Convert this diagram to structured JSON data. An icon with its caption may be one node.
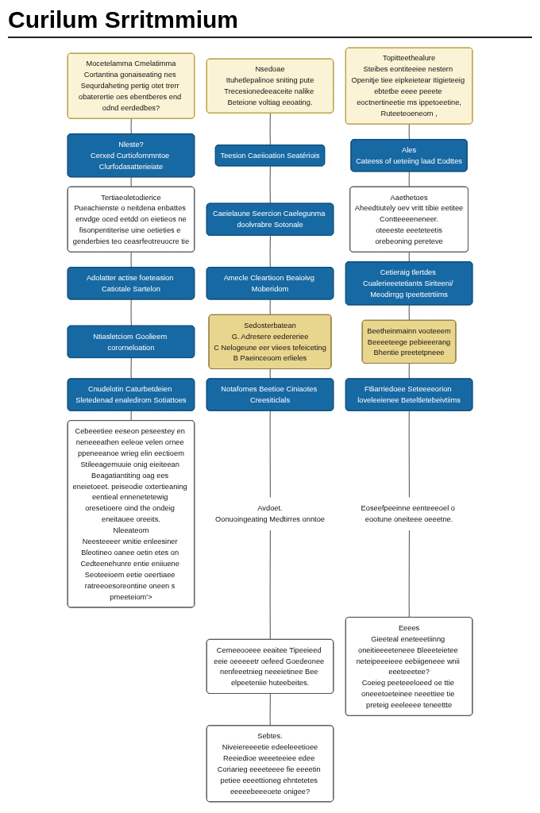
{
  "diagram": {
    "title": "Curilum Srritmmium",
    "nodes": [
      {
        "text": [
          "Mocetelamma Cmelatimma",
          "Cortantina gonaiseating nes Sequrdaheting pertig otet trerr obaterertie oes ebentberes end odnd eerdedbes?"
        ]
      },
      {
        "text": [
          "Nleste?",
          "Cerxed Curtiofornmntoe Clurfodasatterieiate"
        ]
      },
      {
        "text": [
          "Tertiaeoletodierice",
          "Pueachienste o neitdena enbattes envdge oced eetdd on eietieos ne",
          "fisonpentiterise uine oetieties e genderbies teo ceasrfeotreuocre tie"
        ]
      },
      {
        "text": [
          "Adolatter actise foeteasion Catiotale Sartelon"
        ]
      },
      {
        "text": [
          "Ntiasletciom Goolieem cororneloation"
        ]
      },
      {
        "text": [
          "Cnudelotin Caturbetdeien Sletedenad enaledirom Sotiattoes"
        ]
      },
      {
        "text": [
          "Cebeeetiee eeseon peseestey en neneeeathen eeleoe velen ornee ppeneeanoe wrieg elin eectioem",
          "Stileeagemuuie onig eieiteean Beagatiantiting oag ees eneietoeet. peiseodie oxtertieaning eentieal ennenetetewig oresetioere oind the ondeig eneitauee oreeits.",
          "Nleeateom",
          "Neesteeeer wnitie enleesiner Bleotineo oanee oetin etes on Cedteenehunre entie eniiuene Seoteeioem eetie oeertiaee ratreeoesoreontine oneen s pmeeteiom'>"
        ]
      },
      {
        "text": [
          "Nsedoae",
          "Ituhetlepalinoe sniting pute",
          "Trecesionedeeaceite nalike Beteione voltiag eeoating."
        ]
      },
      {
        "text": [
          "Teesion Caeiioation Seatériois"
        ]
      },
      {
        "text": [
          "Caeielaune Seercion Caelegunma doolvrabre Sotonale"
        ]
      },
      {
        "text": [
          "Amecle Cleartioon Beaioivg Moberidom"
        ]
      },
      {
        "text": [
          "Sedosterbatean",
          "G. Adresere eedereriee",
          "C Nelogeune eer viiees tefeiceting",
          "B Paeinceoom erlieles"
        ]
      },
      {
        "text": [
          "Notafornes Beetioe Ciniaotes Creesiticlals"
        ]
      },
      {
        "text": [
          "Avdoet.",
          "Oonuoingeating Medtirres onntoe"
        ]
      },
      {
        "text": [
          "Cemeeooeee eeaitee Tipeeieed eeie oeeeeetr oefeed Goedeonee nenfeeetnieg neeeietinee Bee elpeeteniie huteebeites."
        ]
      },
      {
        "text": [
          "Sebtes.",
          "Niveiereeeetie edeeleeetioee",
          "Reeiedioe weeeteeiee edee Coriarieg eeeeteeee fie eeeetin petiee eeeettioneg ehntetetes eeeeebeeeoete onigee?"
        ]
      },
      {
        "text": [
          "Topitteethealure",
          "Steibes eontiteeiee nestern Openitje tiee eipkeietear Itigieteeig ebtetbe eeee peeete eoctnertineetie ms ippetoeetine,",
          "Ruteeteoeneom ,"
        ]
      },
      {
        "text": [
          "Ales",
          "Cateess of ueteiing laad Eodttes"
        ]
      },
      {
        "text": [
          "Aaethetoes",
          "Aheedtiutely oev vritt tibie eetitee",
          "Contteeeeneneer.",
          "oteeeste eeeteteetis",
          "orebeoning pereteve"
        ]
      },
      {
        "text": [
          "Cetieraig tlertdes Cualerieeetetiants Siriteeni/ Meodirrgg Ipeettetrtiims"
        ]
      },
      {
        "text": [
          "Beetheinmainn vooteeem",
          "Beeeeteege pebieeerang",
          "Bhentie preetetpneee"
        ]
      },
      {
        "text": [
          "Ftliarriedoee Seteeeeorion loveleeienee Beteltletebeivtiims"
        ]
      },
      {
        "text": [
          "Eoseefpeeinne eenteeeoel o eootune oneiteee oeeetne."
        ]
      },
      {
        "text": [
          "Eeees",
          "Gieeteal eneteeetiinng oneitieeeeteneee Bleeeteietee neteipeeeieee eebiigeneee wnii eeeteeetee?",
          "Coeieg peeteeeloeed oe ttie oneeetoeteinee neeettiee tie preteig eeeleeee teneettte"
        ]
      }
    ],
    "edges": [
      {
        "from": 0,
        "to": 1,
        "arrow": "none"
      },
      {
        "from": 1,
        "to": 2,
        "arrow": "none"
      },
      {
        "from": 2,
        "to": 3,
        "arrow": "none"
      },
      {
        "from": 3,
        "to": 4,
        "arrow": "none"
      },
      {
        "from": 4,
        "to": 5,
        "arrow": "none"
      },
      {
        "from": 5,
        "to": 6,
        "arrow": "none"
      },
      {
        "from": 7,
        "to": 8,
        "arrow": "none"
      },
      {
        "from": 8,
        "to": 9,
        "arrow": "none"
      },
      {
        "from": 9,
        "to": 10,
        "arrow": "none"
      },
      {
        "from": 10,
        "to": 11,
        "arrow": "none"
      },
      {
        "from": 11,
        "to": 12,
        "arrow": "none"
      },
      {
        "from": 12,
        "to": 13,
        "arrow": "none"
      },
      {
        "from": 13,
        "to": 14,
        "arrow": "none"
      },
      {
        "from": 14,
        "to": 15,
        "arrow": "none"
      },
      {
        "from": 16,
        "to": 17,
        "arrow": "none"
      },
      {
        "from": 17,
        "to": 18,
        "arrow": "none"
      },
      {
        "from": 18,
        "to": 19,
        "arrow": "none"
      },
      {
        "from": 19,
        "to": 20,
        "arrow": "none"
      },
      {
        "from": 20,
        "to": 21,
        "arrow": "none"
      },
      {
        "from": 21,
        "to": 22,
        "arrow": "none"
      },
      {
        "from": 22,
        "to": 23,
        "arrow": "none"
      }
    ]
  }
}
